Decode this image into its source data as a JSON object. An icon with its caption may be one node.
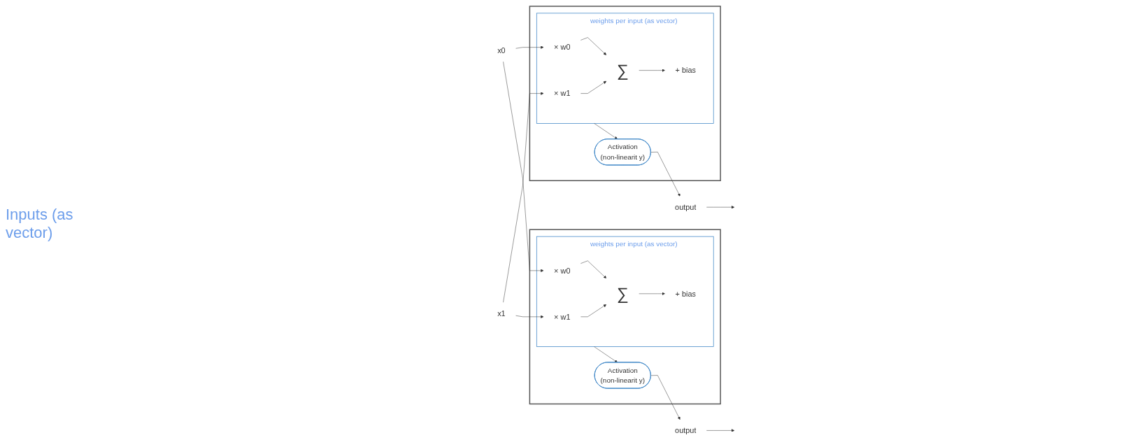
{
  "diagram": {
    "nodes": [
      {
        "text": [
          "x0"
        ]
      },
      {
        "text": [
          "x1"
        ]
      },
      {
        "text": [],
        "shape": "box"
      },
      {
        "text": [
          "weights per input (as vector)"
        ],
        "in": 2
      },
      {
        "text": [
          "× w0"
        ],
        "in": 3
      },
      {
        "text": [
          "× w1"
        ],
        "in": 3
      },
      {
        "text": [
          "∑"
        ],
        "in": 3
      },
      {
        "text": [
          "+ bias"
        ],
        "in": 3
      },
      {
        "text": [
          "Activation",
          "(non-linearit y)"
        ],
        "in": 2
      },
      {
        "text": [
          "output"
        ]
      },
      {
        "text": [],
        "shape": "box"
      },
      {
        "text": [
          "weights per input (as vector)"
        ],
        "in": 10
      },
      {
        "text": [
          "× w0"
        ],
        "in": 11
      },
      {
        "text": [
          "× w1"
        ],
        "in": 11
      },
      {
        "text": [
          "∑"
        ],
        "in": 11
      },
      {
        "text": [
          "+ bias"
        ],
        "in": 11
      },
      {
        "text": [
          "Activation",
          "(non-linearit y)"
        ],
        "in": 10
      },
      {
        "text": [
          "output"
        ]
      }
    ],
    "edges": [
      {
        "from": 0,
        "to": 4,
        "arrow": "to"
      },
      {
        "from": 1,
        "to": 5,
        "arrow": "to"
      },
      {
        "from": 0,
        "to": 12,
        "arrow": "to"
      },
      {
        "from": 1,
        "to": 13,
        "arrow": "to"
      },
      {
        "from": 4,
        "to": 6,
        "arrow": "to"
      },
      {
        "from": 5,
        "to": 6,
        "arrow": "to"
      },
      {
        "from": 6,
        "to": 7,
        "arrow": "to"
      },
      {
        "from": 3,
        "to": 8,
        "arrow": "to"
      },
      {
        "from": 8,
        "to": 9,
        "arrow": "to"
      },
      {
        "from": 9,
        "to": null,
        "arrow": "to"
      },
      {
        "from": 12,
        "to": 14,
        "arrow": "to"
      },
      {
        "from": 13,
        "to": 14,
        "arrow": "to"
      },
      {
        "from": 14,
        "to": 15,
        "arrow": "to"
      },
      {
        "from": 11,
        "to": 16,
        "arrow": "to"
      },
      {
        "from": 16,
        "to": 17,
        "arrow": "to"
      },
      {
        "from": 17,
        "to": null,
        "arrow": "to"
      }
    ],
    "labels": [
      "Inputs (as vector)"
    ]
  }
}
